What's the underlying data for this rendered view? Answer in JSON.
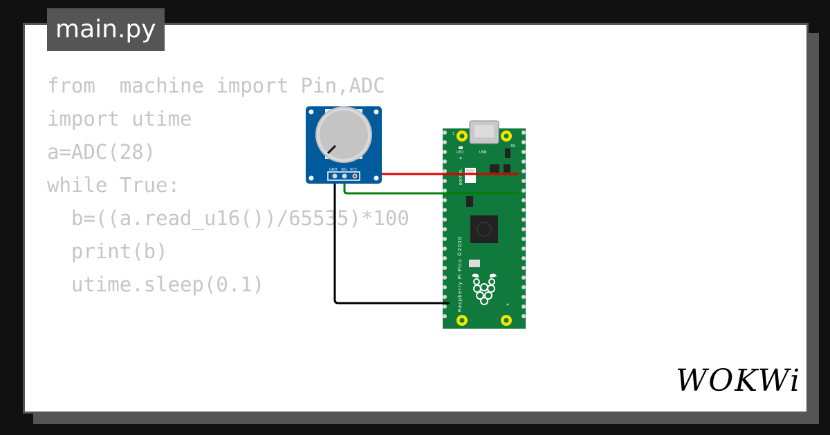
{
  "file_tab": {
    "label": "main.py"
  },
  "code_lines": [
    "from  machine import Pin,ADC",
    "import utime",
    "a=ADC(28)",
    "while True:",
    "  b=((a.read_u16())/65535)*100",
    "  print(b)",
    "  utime.sleep(0.1)"
  ],
  "potentiometer": {
    "pin_labels": [
      "GND",
      "SIG",
      "VCC"
    ]
  },
  "pico": {
    "board_label": "Raspberry Pi Pico ©2020",
    "led_label": "LED",
    "usb_label": "USB",
    "bootsel_label": "BOOTSEL",
    "pin1_label": "1",
    "pin39_label": "39"
  },
  "wires": [
    {
      "from": "VCC",
      "color": "#dd0000"
    },
    {
      "from": "SIG",
      "color": "#008000"
    },
    {
      "from": "GND",
      "color": "#000000"
    }
  ],
  "brand": {
    "logo_text": "WOKWi"
  },
  "colors": {
    "background": "#111111",
    "card": "#ffffff",
    "tab": "#555555",
    "code_text": "#c6c6c6",
    "pot_board": "#005a9c",
    "pico_board": "#0f7a3c",
    "pad_yellow": "#f5e400"
  }
}
